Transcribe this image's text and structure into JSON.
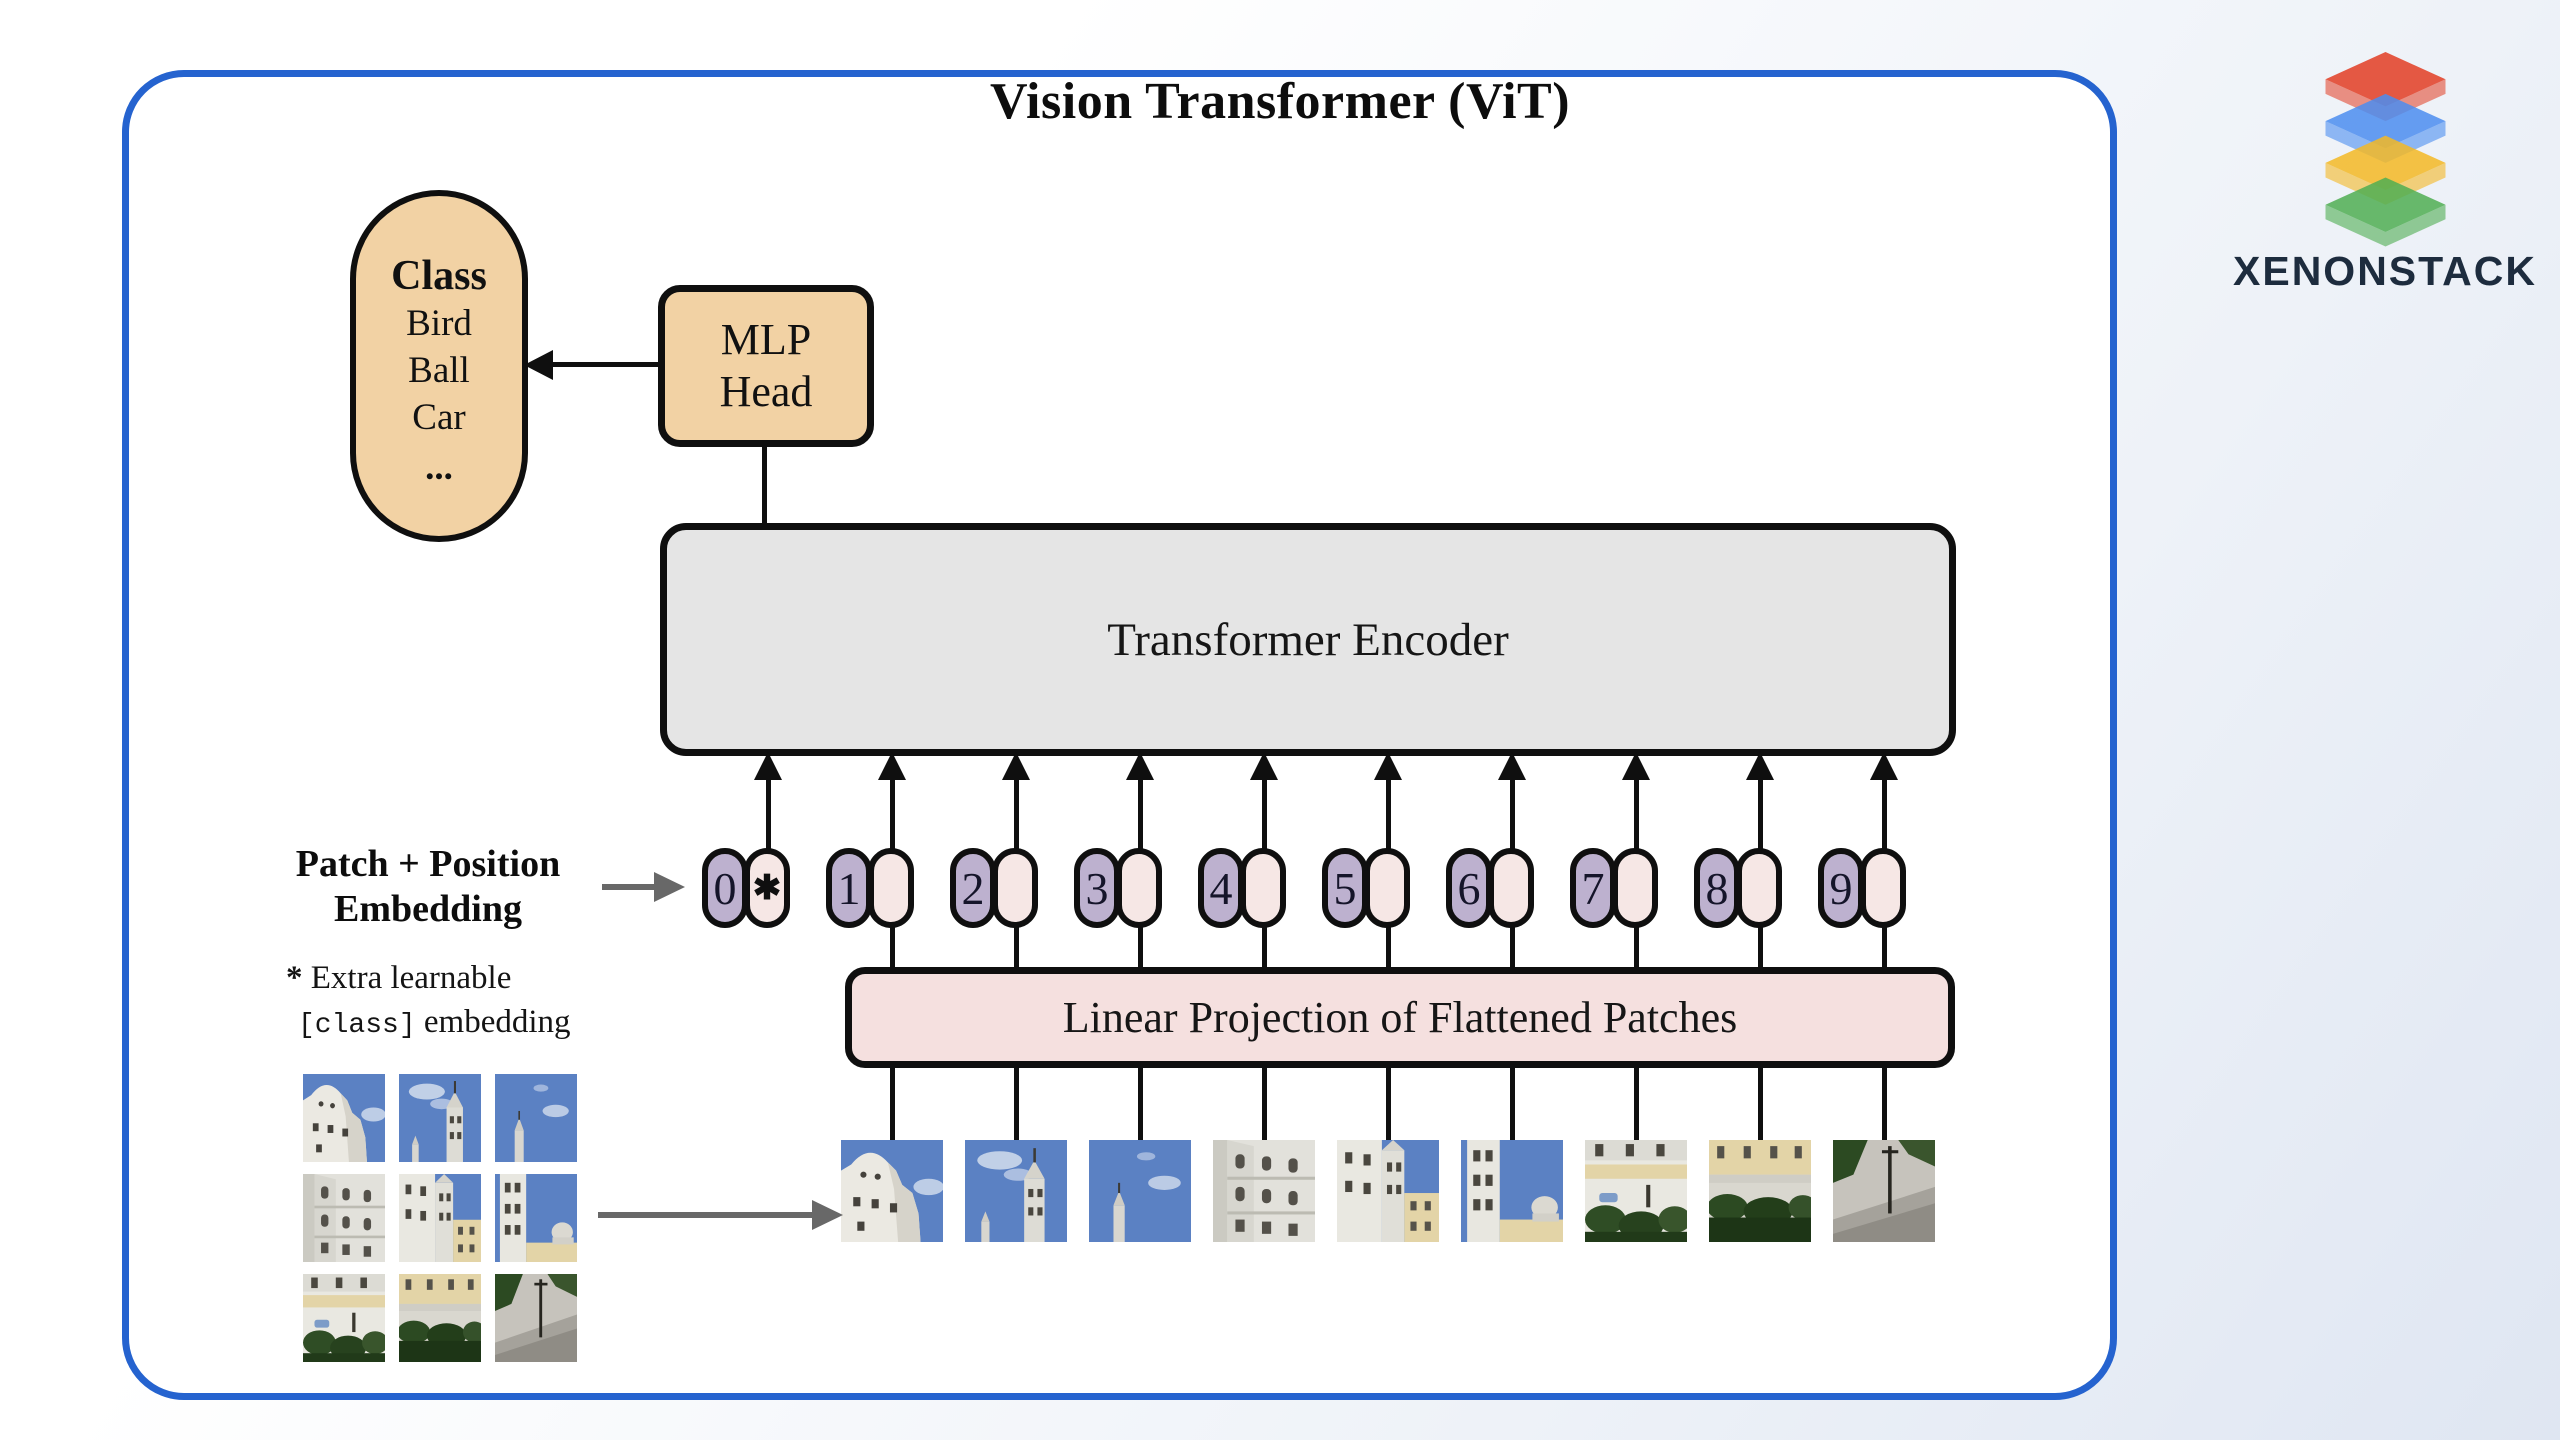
{
  "title": "Vision Transformer (ViT)",
  "brand": {
    "name": "XENONSTACK",
    "layer_colors": [
      "#e34b33",
      "#4b8df0",
      "#f3b824",
      "#4fae52"
    ]
  },
  "class_head": {
    "title": "Class",
    "items": [
      "Bird",
      "Ball",
      "Car",
      "..."
    ]
  },
  "mlp_head": {
    "line1": "MLP",
    "line2": "Head"
  },
  "encoder": {
    "label": "Transformer Encoder"
  },
  "patch_position": {
    "line1": "Patch + Position",
    "line2": "Embedding"
  },
  "footnote": {
    "star": "*",
    "line1": "Extra learnable",
    "code": "[class]",
    "rest": "embedding"
  },
  "tokens": {
    "labels": [
      "0",
      "1",
      "2",
      "3",
      "4",
      "5",
      "6",
      "7",
      "8",
      "9"
    ],
    "class_token_symbol": "✱"
  },
  "linear_projection": {
    "label": "Linear Projection of Flattened Patches"
  },
  "patches": [
    "dome-with-sky",
    "sky-cloud-tower",
    "sky-small-spire-cloud",
    "white-facade-windows",
    "facade-and-bell-tower",
    "tower-sky-small-dome",
    "building-hedge-car",
    "building-dark-hedges",
    "street-pole-hedge"
  ],
  "colors": {
    "frame_border": "#2563cf",
    "tan_fill": "#f2d2a4",
    "encoder_fill": "#e5e5e5",
    "projection_fill": "#f5e0df",
    "token_purple": "#bdb1cf",
    "token_pink": "#f6e7e5",
    "line_black": "#0f0f0f",
    "arrow_gray": "#686868"
  }
}
